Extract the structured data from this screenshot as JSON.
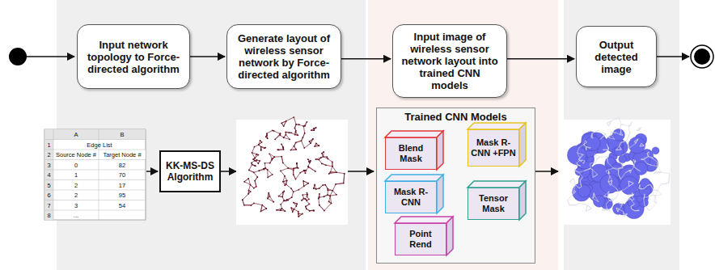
{
  "diagram": {
    "nodes": [
      {
        "text": [
          "Input network topology to Force-directed algorithm"
        ]
      },
      {
        "text": [
          "Generate layout of wireless sensor network by Force-directed algorithm"
        ]
      },
      {
        "text": [
          "Input image of wireless sensor network layout into trained CNN models"
        ]
      },
      {
        "text": [
          "Output detected image"
        ]
      },
      {
        "text": [
          "KK-MS-DS Algorithm"
        ]
      },
      {
        "text": [
          "Trained CNN Models"
        ]
      },
      {
        "text": [
          "Blend Mask"
        ],
        "in": 5
      },
      {
        "text": [
          "Mask R-CNN +FPN"
        ],
        "in": 5
      },
      {
        "text": [
          "Mask R-CNN"
        ],
        "in": 5
      },
      {
        "text": [
          "Tensor Mask"
        ],
        "in": 5
      },
      {
        "text": [
          "Point Rend"
        ],
        "in": 5
      }
    ],
    "edges": [
      {
        "from": 0,
        "to": 1,
        "arrow": "to"
      },
      {
        "from": 1,
        "to": 2,
        "arrow": "to"
      },
      {
        "from": 2,
        "to": 3,
        "arrow": "to"
      }
    ],
    "labels": [
      "A",
      "B",
      "1",
      "Edge List",
      "2",
      "Source Node #",
      "Target Node #",
      "3",
      "0",
      "82",
      "4",
      "1",
      "70",
      "5",
      "2",
      "17",
      "6",
      "2",
      "95",
      "7",
      "3",
      "54",
      "8",
      "..."
    ]
  }
}
